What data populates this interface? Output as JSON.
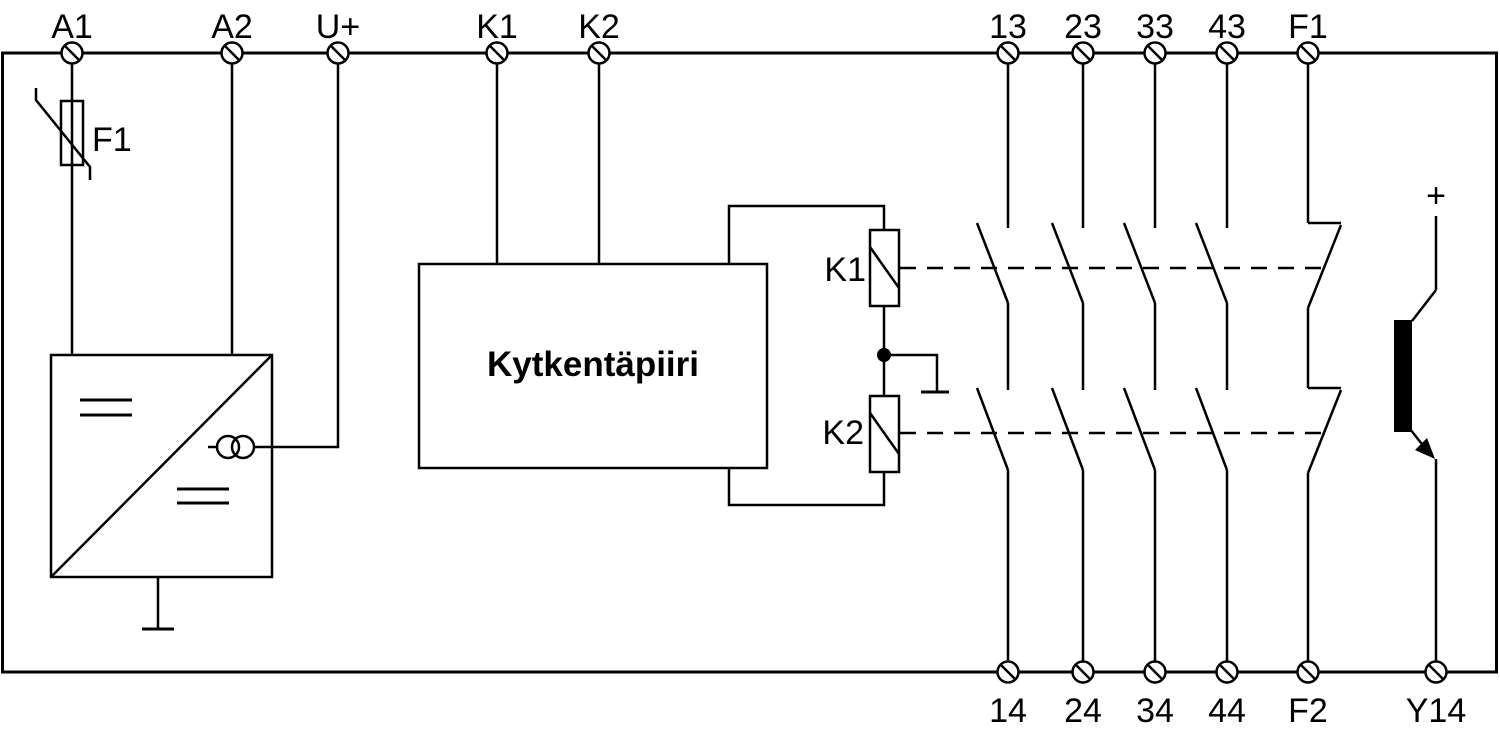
{
  "content": {
    "terminals_top": [
      "A1",
      "A2",
      "U+",
      "K1",
      "K2",
      "13",
      "23",
      "33",
      "43",
      "F1"
    ],
    "terminals_bottom": [
      "14",
      "24",
      "34",
      "44",
      "F2",
      "Y14"
    ],
    "switching_circuit_label": "Kytkentäpiiri",
    "fuse_label": "F1",
    "relay_coil_1_label": "K1",
    "relay_coil_2_label": "K2",
    "plus_label": "+"
  },
  "colors": {
    "line": "#000000",
    "background": "#ffffff"
  }
}
